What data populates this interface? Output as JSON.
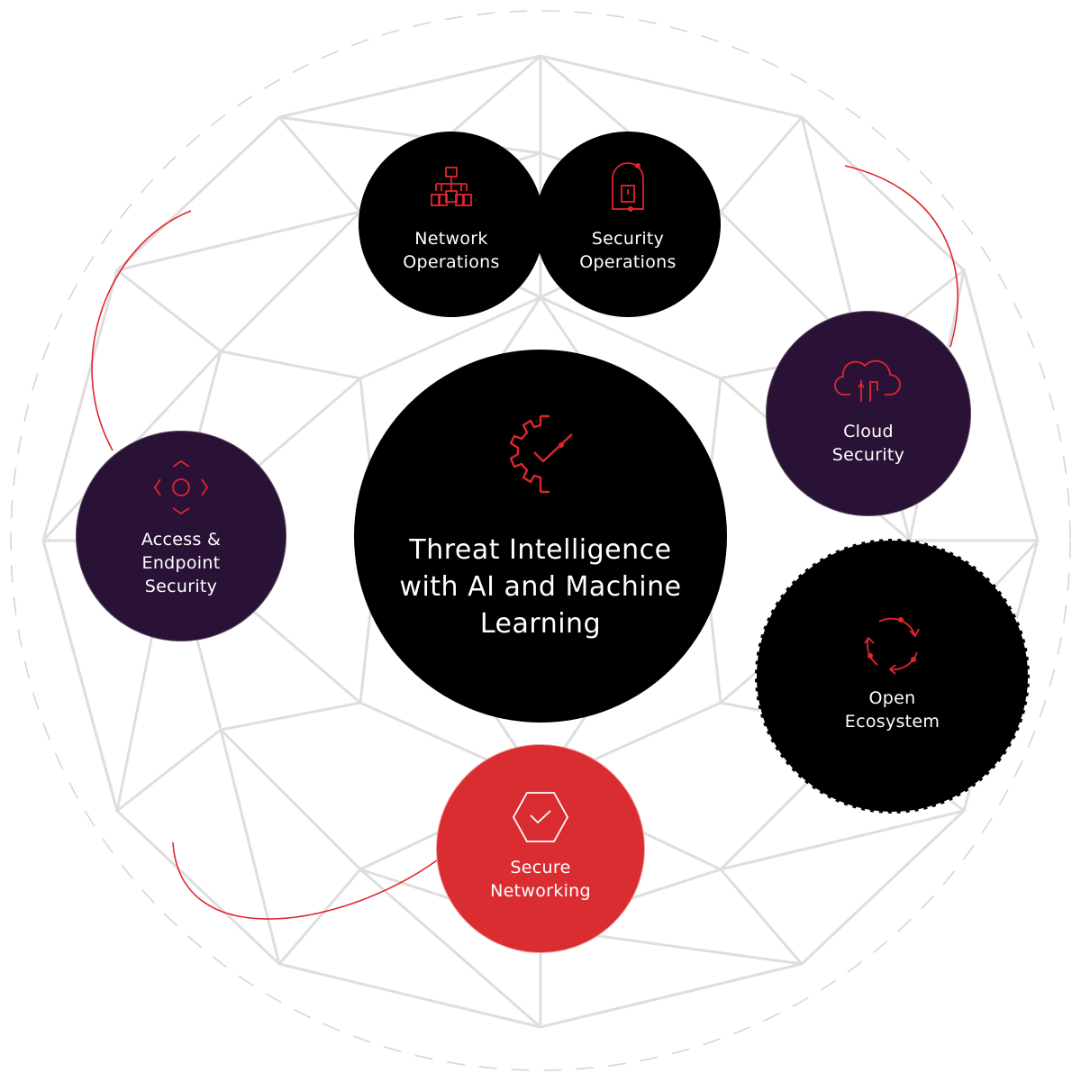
{
  "diagram": {
    "center": {
      "label": "Threat Intelligence\nwith AI and Machine\nLearning",
      "icon": "gear-check-icon"
    },
    "nodes": [
      {
        "id": "network-operations",
        "label": "Network\nOperations",
        "icon": "network-hierarchy-icon",
        "style": "black"
      },
      {
        "id": "security-operations",
        "label": "Security\nOperations",
        "icon": "secure-door-icon",
        "style": "black"
      },
      {
        "id": "cloud-security",
        "label": "Cloud\nSecurity",
        "icon": "cloud-icon",
        "style": "purple"
      },
      {
        "id": "open-ecosystem",
        "label": "Open\nEcosystem",
        "icon": "cycle-arrows-icon",
        "style": "black"
      },
      {
        "id": "secure-networking",
        "label": "Secure\nNetworking",
        "icon": "hexagon-check-icon",
        "style": "red"
      },
      {
        "id": "access-endpoint-security",
        "label": "Access &\nEndpoint\nSecurity",
        "icon": "target-arrows-icon",
        "style": "purple"
      }
    ],
    "colors": {
      "black": "#000000",
      "purple": "#2a1136",
      "red": "#da2d32",
      "accent_icon": "#e0262d",
      "connector": "#e0262d",
      "geodesic_lines": "#dedede",
      "dashed_ring": "#d6d6d6"
    }
  }
}
